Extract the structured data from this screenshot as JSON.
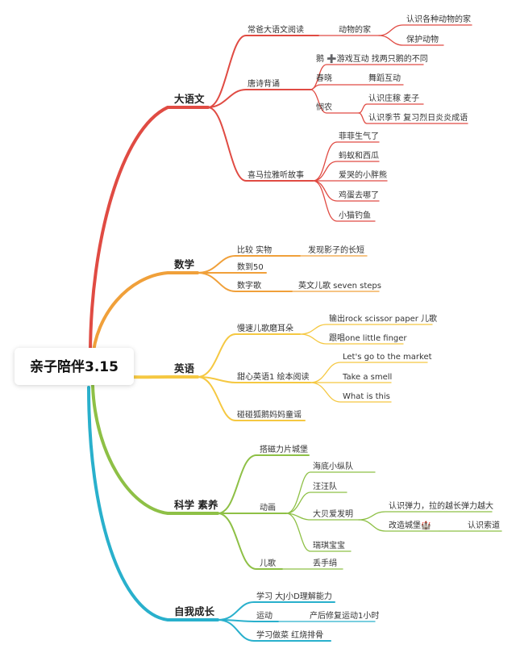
{
  "root": {
    "label": "亲子陪伴3.15"
  },
  "branches": {
    "chinese": {
      "label": "大语文",
      "color": "#e04b43",
      "n1": "常爸大语文阅读",
      "n1a": "动物的家",
      "n1a1": "认识各种动物的家",
      "n1a2": "保护动物",
      "n2": "唐诗背诵",
      "n2a": "鹅 ➕游戏互动 找两只鹅的不同",
      "n2b": "春晓",
      "n2b1": "舞蹈互动",
      "n2c": "悯农",
      "n2c1": "认识庄稼 麦子",
      "n2c2": "认识季节 复习烈日炎炎成语",
      "n3": "喜马拉雅听故事",
      "n3a": "菲菲生气了",
      "n3b": "蚂蚁和西瓜",
      "n3c": "爱哭的小胖熊",
      "n3d": "鸡蛋去哪了",
      "n3e": "小猫钓鱼"
    },
    "math": {
      "label": "数学",
      "color": "#f0a03a",
      "n1": "比较 实物",
      "n1a": "发现影子的长短",
      "n2": "数到50",
      "n3": "数字歌",
      "n3a": "英文儿歌 seven steps"
    },
    "english": {
      "label": "英语",
      "color": "#f5c842",
      "n1": "慢速儿歌磨耳朵",
      "n1a": "输出rock scissor paper 儿歌",
      "n1b": "跟唱one little finger",
      "n2": "甜心英语1 绘本阅读",
      "n2a": "Let's go to the market",
      "n2b": "Take a smell",
      "n2c": "What is this",
      "n3": "碰碰狐鹅妈妈童谣"
    },
    "science": {
      "label": "科学 素养",
      "color": "#8ec046",
      "n1": "搭磁力片城堡",
      "n2": "动画",
      "n2a": "海底小纵队",
      "n2b": "汪汪队",
      "n2c": "大贝爱发明",
      "n2c1": "认识弹力，拉的越长弹力越大",
      "n2c2": "改造城堡🏰",
      "n2c2a": "认识索道",
      "n2d": "瑞琪宝宝",
      "n3": "儿歌",
      "n3a": "丢手绢"
    },
    "growth": {
      "label": "自我成长",
      "color": "#29b0cc",
      "n1": "学习 大J小D理解能力",
      "n2": "运动",
      "n2a": "产后修复运动1小时",
      "n3": "学习做菜 红烧排骨"
    }
  }
}
